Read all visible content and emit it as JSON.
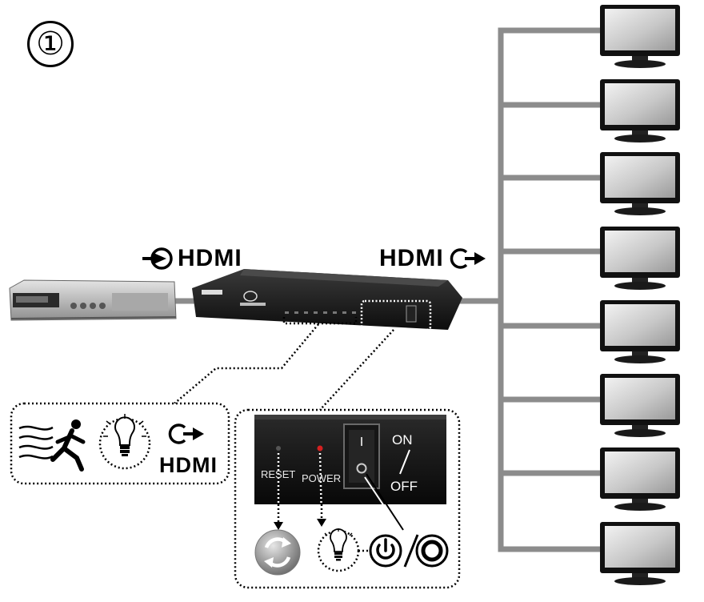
{
  "step": {
    "number": "①"
  },
  "labels": {
    "hdmi_in": "HDMI",
    "hdmi_out": "HDMI",
    "hdmi_activity": "HDMI"
  },
  "rear_panel": {
    "reset": "RESET",
    "power": "POWER",
    "on": "ON",
    "off": "OFF"
  },
  "icons": {
    "input": "hdmi-input-arrow-icon",
    "output": "hdmi-output-arrow-icon",
    "activity": "running-figure-icon",
    "led": "light-bulb-icon",
    "reset": "reset-circular-arrows-icon",
    "power_on": "power-on-icon",
    "power_off": "power-off-icon"
  },
  "outputs": {
    "monitor_count": 8
  }
}
